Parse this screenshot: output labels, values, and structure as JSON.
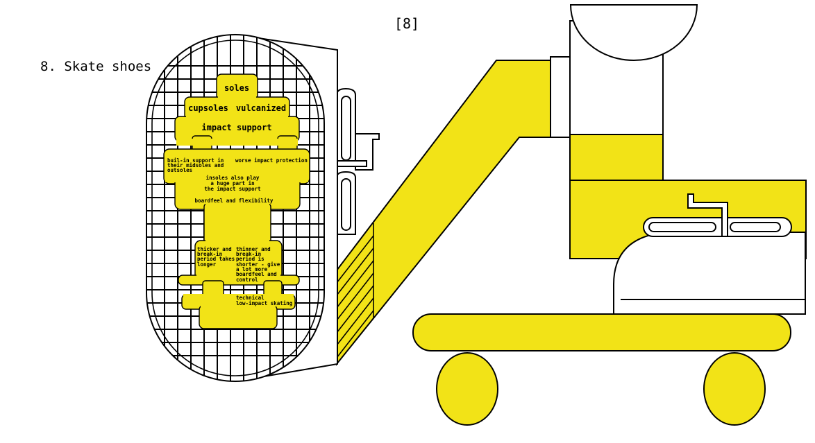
{
  "page_number": "[8]",
  "section_title": "8. Skate shoes",
  "colors": {
    "accent_yellow": "#F2E317",
    "line": "#000000",
    "background": "#ffffff"
  },
  "diagram": {
    "root": "soles",
    "types": {
      "left": "cupsoles",
      "right": "vulcanized"
    },
    "topic": "impact support",
    "cupsoles_impact": [
      "buil-in support in",
      "their midsoles and",
      "outsoles"
    ],
    "vulcanized_impact": "worse impact protection",
    "insoles_note": [
      "insoles also play",
      "a huge part in",
      "the impact support"
    ],
    "topic2": "boardfeel and flexibility",
    "cupsoles_boardfeel": [
      "thicker and",
      "break-in",
      "period takes",
      "longer"
    ],
    "vulcanized_boardfeel": [
      "thinner and",
      "break-in",
      "period is",
      "shorter - give",
      "a lot more",
      "boardfeel and",
      "control"
    ],
    "use_case": [
      "technical",
      "low-impact skating"
    ]
  }
}
